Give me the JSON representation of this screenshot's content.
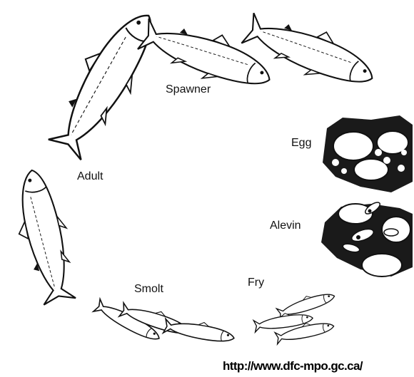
{
  "diagram": {
    "stages": {
      "spawner": "Spawner",
      "egg": "Egg",
      "alevin": "Alevin",
      "fry": "Fry",
      "smolt": "Smolt",
      "adult": "Adult"
    },
    "source_url": "http://www.dfc-mpo.gc.ca/"
  },
  "colors": {
    "ink": "#111111",
    "background": "#ffffff",
    "shadow": "#1a1a1a"
  }
}
